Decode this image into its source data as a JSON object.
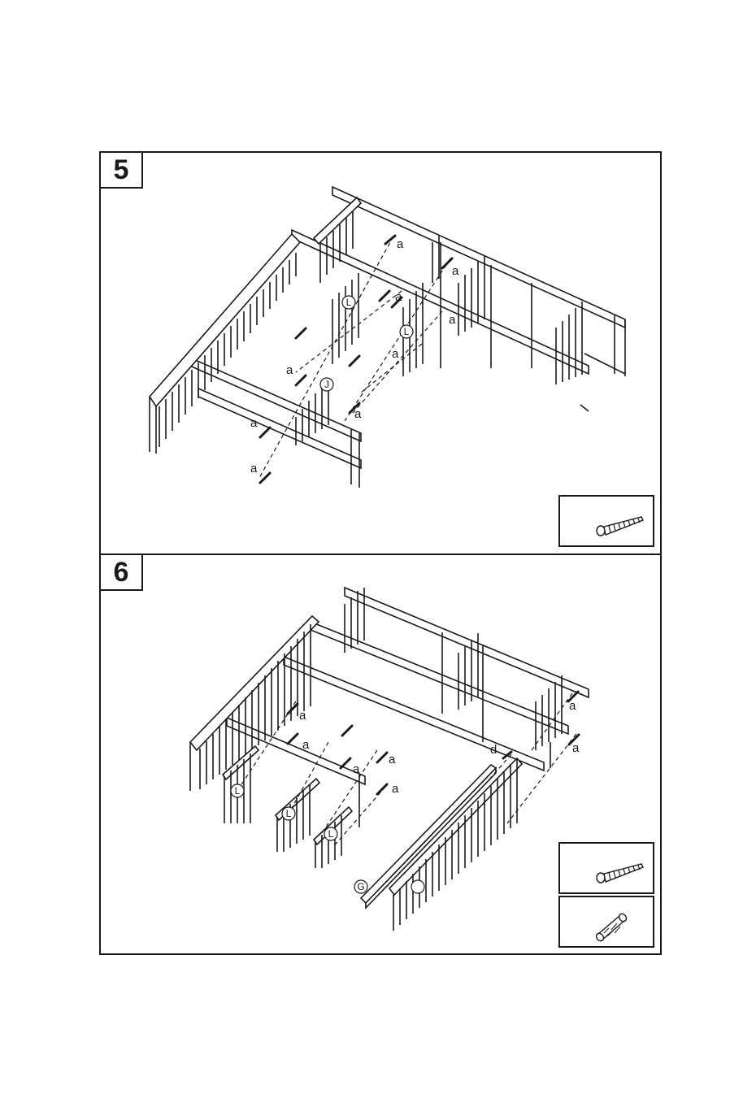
{
  "steps": [
    {
      "number": "5",
      "part_labels": [
        "L",
        "L",
        "J"
      ],
      "hardware_labels": [
        "a",
        "a",
        "a",
        "a",
        "a",
        "a",
        "a",
        "a",
        "a"
      ],
      "hardware_icons": [
        "screw-icon"
      ]
    },
    {
      "number": "6",
      "part_labels": [
        "L",
        "L",
        "L",
        "G"
      ],
      "hardware_labels": [
        "a",
        "a",
        "a",
        "a",
        "a",
        "a",
        "a",
        "d"
      ],
      "hardware_icons": [
        "screw-icon",
        "dowel-icon"
      ]
    }
  ],
  "colors": {
    "ink": "#1a1a1a",
    "background": "#ffffff"
  }
}
